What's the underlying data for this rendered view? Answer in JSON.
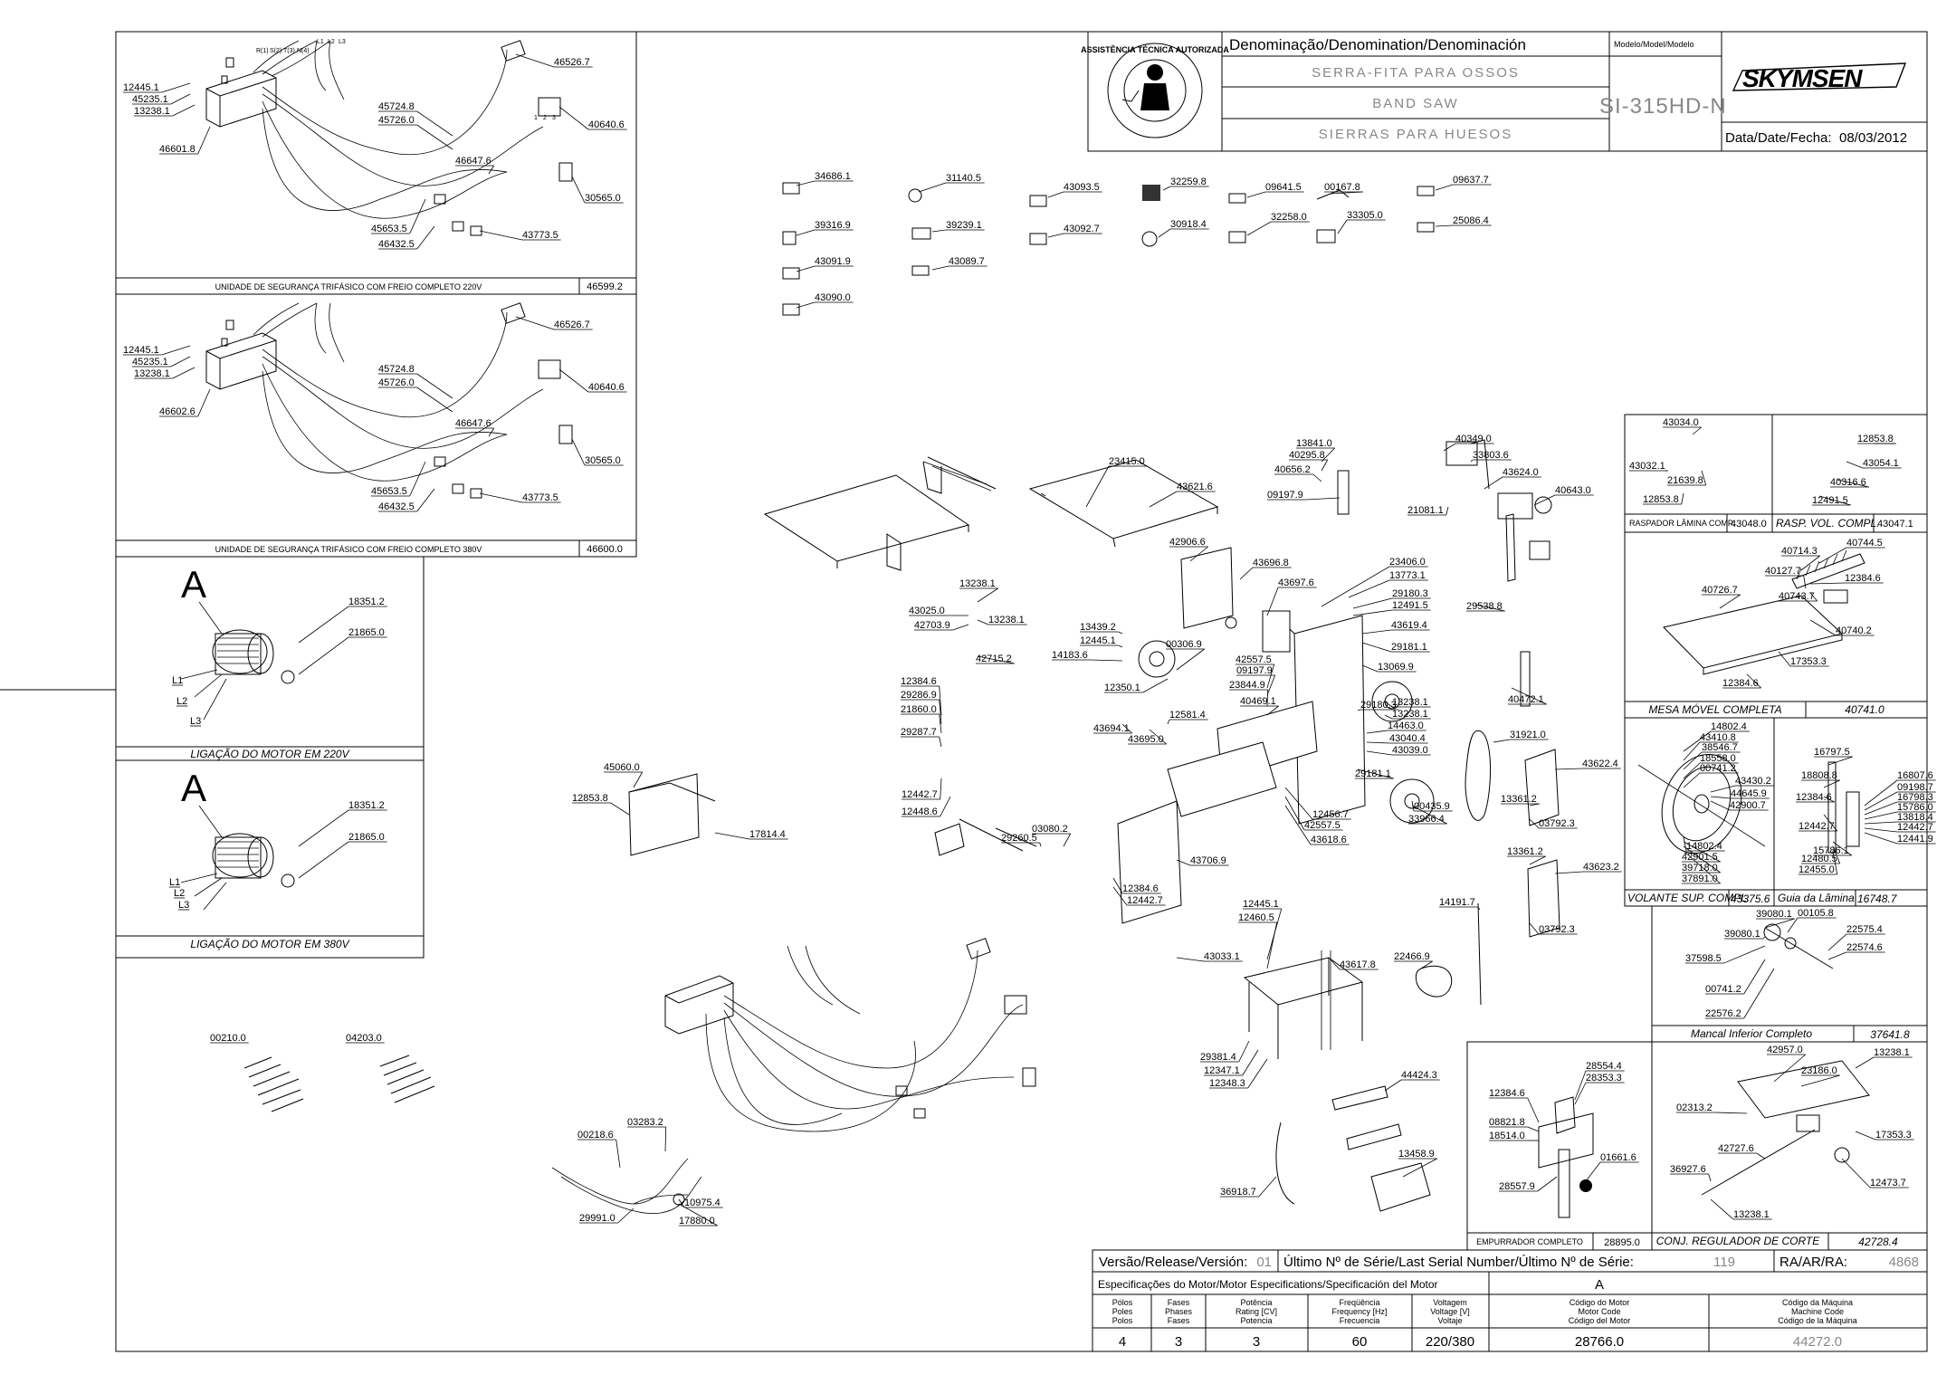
{
  "title_block": {
    "denomination_header": "Denominação/Denomination/Denominación",
    "model_header": "Modelo/Model/Modelo",
    "name_pt": "SERRA-FITA PARA OSSOS",
    "name_en": "BAND SAW",
    "name_es": "SIERRAS PARA HUESOS",
    "model": "SI-315HD-N",
    "date_label": "Data/Date/Fecha:",
    "date": "08/03/2012",
    "brand": "SKYMSEN",
    "seal_text": "ASSISTÊNCIA TÉCNICA AUTORIZADA"
  },
  "revision_block": {
    "version_label": "Versão/Release/Versión:",
    "version": "01",
    "serial_label": "Último Nº de Série/Last Serial Number/Último Nº de Série:",
    "serial": "119",
    "ra_label": "RA/AR/RA:",
    "ra": "4868",
    "motor_spec_label": "Especificações do Motor/Motor Especifications/Specificación del Motor",
    "motor_variant": "A",
    "col_poles": [
      "Pólos",
      "Poles",
      "Polos"
    ],
    "col_phases": [
      "Fases",
      "Phases",
      "Fases"
    ],
    "col_power": [
      "Potência",
      "Rating [CV]",
      "Potencia"
    ],
    "col_freq": [
      "Freqüência",
      "Frequency [Hz]",
      "Frecuencia"
    ],
    "col_voltage": [
      "Voltagem",
      "Voltage [V]",
      "Voltaje"
    ],
    "col_motor_code": [
      "Código do Motor",
      "Motor Code",
      "Código del Motor"
    ],
    "col_machine_code": [
      "Código da Máquina",
      "Machine Code",
      "Código de la Máquina"
    ],
    "poles": "4",
    "phases": "3",
    "power": "3",
    "frequency": "60",
    "voltage": "220/380",
    "motor_code": "28766.0",
    "machine_code": "44272.0"
  },
  "subassemblies": {
    "safety_220": {
      "caption": "UNIDADE DE SEGURANÇA TRIFÁSICO COM FREIO COMPLETO 220V",
      "code": "46599.2"
    },
    "safety_380": {
      "caption": "UNIDADE DE SEGURANÇA TRIFÁSICO COM FREIO COMPLETO 380V",
      "code": "46600.0"
    },
    "motor_220": {
      "caption": "LIGAÇÃO DO MOTOR EM 220V",
      "letter": "A"
    },
    "motor_380": {
      "caption": "LIGAÇÃO DO MOTOR EM 380V",
      "letter": "A"
    },
    "scraper": {
      "caption": "RASPADOR LÂMINA COMP.",
      "code": "43048.0"
    },
    "scraper_vol": {
      "caption": "RASP. VOL. COMPL.",
      "code": "43047.1"
    },
    "mobile_table": {
      "caption": "MESA MÓVEL COMPLETA",
      "code": "40741.0"
    },
    "upper_wheel": {
      "caption": "VOLANTE SUP. COMPL.",
      "code": "43375.6"
    },
    "blade_guide": {
      "caption": "Guia da Lâmina",
      "code": "16748.7"
    },
    "lower_bearing": {
      "caption": "Mancal Inferior Completo",
      "code": "37641.8"
    },
    "pusher": {
      "caption": "EMPURRADOR COMPLETO",
      "code": "28895.0"
    },
    "cut_regulator": {
      "caption": "CONJ. REGULADOR DE CORTE",
      "code": "42728.4"
    }
  },
  "wire_labels": [
    "R(1)",
    "S(2)",
    "T(3)",
    "N(4)",
    "L1",
    "L2",
    "L3",
    "1",
    "2",
    "3"
  ],
  "part_labels": [
    "12445.1",
    "45235.1",
    "13238.1",
    "46601.8",
    "46526.7",
    "45724.8",
    "45726.0",
    "40640.6",
    "46647.6",
    "30565.0",
    "45653.5",
    "46432.5",
    "43773.5",
    "12445.1",
    "45235.1",
    "13238.1",
    "46602.6",
    "46526.7",
    "45724.8",
    "45726.0",
    "40640.6",
    "46647.6",
    "30565.0",
    "45653.5",
    "46432.5",
    "43773.5",
    "18351.2",
    "21865.0",
    "L1",
    "L2",
    "L3",
    "18351.2",
    "21865.0",
    "L1",
    "L2",
    "L3",
    "00210.0",
    "04203.0",
    "00218.6",
    "03283.2",
    "10975.4",
    "29991.0",
    "17880.0",
    "34686.1",
    "39316.9",
    "43091.9",
    "43090.0",
    "31140.5",
    "39239.1",
    "43089.7",
    "43093.5",
    "43092.7",
    "32259.8",
    "30918.4",
    "09641.5",
    "32258.0",
    "00167.8",
    "33305.0",
    "09637.7",
    "25086.4",
    "23415.0",
    "43621.6",
    "13841.0",
    "40295.8",
    "40656.2",
    "09197.9",
    "40349.0",
    "33803.6",
    "43624.0",
    "40643.0",
    "21081.1",
    "13238.1",
    "43025.0",
    "42703.9",
    "13238.1",
    "42715.2",
    "42906.6",
    "43696.8",
    "43697.6",
    "13439.2",
    "12445.1",
    "14183.6",
    "00306.9",
    "12350.1",
    "42557.5",
    "09197.9",
    "23844.9",
    "40469.1",
    "12581.4",
    "43694.1",
    "43695.0",
    "23406.0",
    "13773.1",
    "29180.3",
    "12491.5",
    "43619.4",
    "29181.1",
    "13069.9",
    "13238.1",
    "29180.3",
    "13238.1",
    "14463.0",
    "43040.4",
    "43039.0",
    "29181.1",
    "12456.7",
    "42557.5",
    "43618.6",
    "00435.9",
    "33966.4",
    "29538.8",
    "40472.1",
    "31921.0",
    "43622.4",
    "13361.2",
    "03792.3",
    "13361.2",
    "43623.2",
    "03792.3",
    "14191.7",
    "12384.6",
    "29286.9",
    "21860.0",
    "29287.7",
    "12442.7",
    "12448.6",
    "45060.0",
    "12853.8",
    "17814.4",
    "29260.5",
    "03080.2",
    "43706.9",
    "12384.6",
    "12442.7",
    "12445.1",
    "12460.5",
    "43033.1",
    "43617.8",
    "22466.9",
    "29381.4",
    "12347.1",
    "12348.3",
    "44424.3",
    "13458.9",
    "36918.7",
    "43034.0",
    "12853.8",
    "43032.1",
    "21639.8",
    "12853.8",
    "43054.1",
    "40316.6",
    "12491.5",
    "40714.3",
    "40744.5",
    "40127.7",
    "12384.6",
    "40743.7",
    "40726.7",
    "40740.2",
    "17353.3",
    "12384.6",
    "14802.4",
    "43410.8",
    "38546.7",
    "18558.0",
    "00741.2",
    "43430.2",
    "44645.9",
    "42900.7",
    "14802.4",
    "42901.5",
    "39718.0",
    "37891.0",
    "16797.5",
    "18808.8",
    "12384.6",
    "12442.7",
    "15786.1",
    "12480.5",
    "12455.0",
    "16807.6",
    "09198.7",
    "16798.3",
    "15786.0",
    "13818.4",
    "12442.7",
    "12441.9",
    "39080.1",
    "00105.8",
    "22575.4",
    "39080.1",
    "22574.6",
    "37598.5",
    "00741.2",
    "22576.2",
    "12384.6",
    "28554.4",
    "28353.3",
    "08821.8",
    "18514.0",
    "01661.6",
    "28557.9",
    "42957.0",
    "13238.1",
    "23186.0",
    "02313.2",
    "17353.3",
    "42727.6",
    "36927.6",
    "12473.7",
    "13238.1"
  ]
}
